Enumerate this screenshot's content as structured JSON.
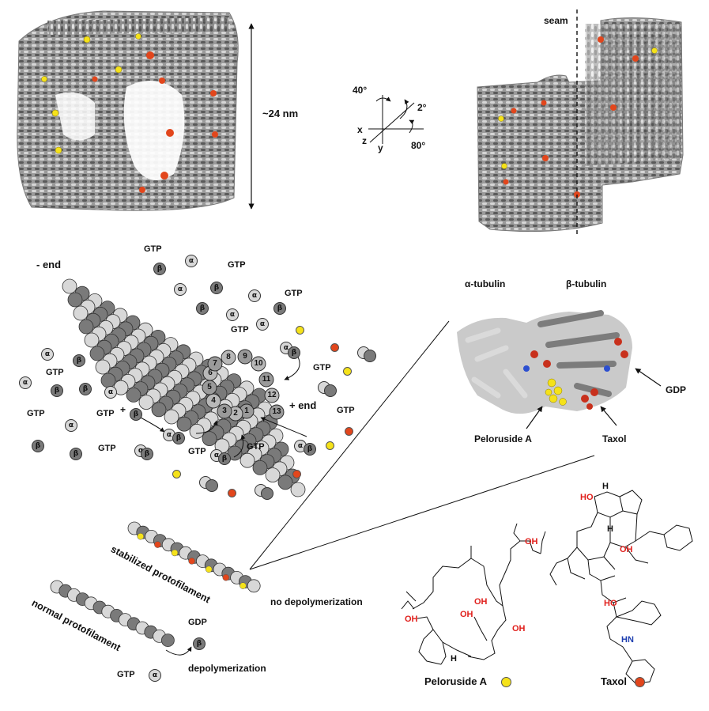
{
  "labels": {
    "diameter": "~24 nm",
    "seam": "seam",
    "rot_40": "40°",
    "rot_2": "2°",
    "rot_80": "80°",
    "axis_x": "x",
    "axis_y": "y",
    "axis_z": "z",
    "minus_end": "- end",
    "plus_end": "+ end",
    "gtp": "GTP",
    "gdp": "GDP",
    "alpha": "α",
    "beta": "β",
    "plus": "+",
    "alpha_tubulin": "α-tubulin",
    "beta_tubulin": "β-tubulin",
    "gdp_pointer": "GDP",
    "peloruside_pointer": "Peloruside A",
    "taxol_pointer": "Taxol",
    "stabilized": "stabilized protofilament",
    "normal": "normal protofilament",
    "no_depoly": "no depolymerization",
    "depoly": "depolymerization",
    "peloruside_caption": "Peloruside A",
    "taxol_caption": "Taxol",
    "oh": "OH",
    "h": "H",
    "nh": "HN",
    "ho": "HO"
  },
  "protofilament_numbers": [
    "1",
    "2",
    "3",
    "4",
    "5",
    "6",
    "7",
    "8",
    "9",
    "10",
    "11",
    "12",
    "13"
  ],
  "colors": {
    "alpha_tubulin": "#d8d8d8",
    "beta_tubulin": "#7a7a7a",
    "peloruside": "#f5e21a",
    "taxol": "#e2461c",
    "heteroatom_red": "#e0201c",
    "nitrogen_blue": "#1f3fb0"
  }
}
